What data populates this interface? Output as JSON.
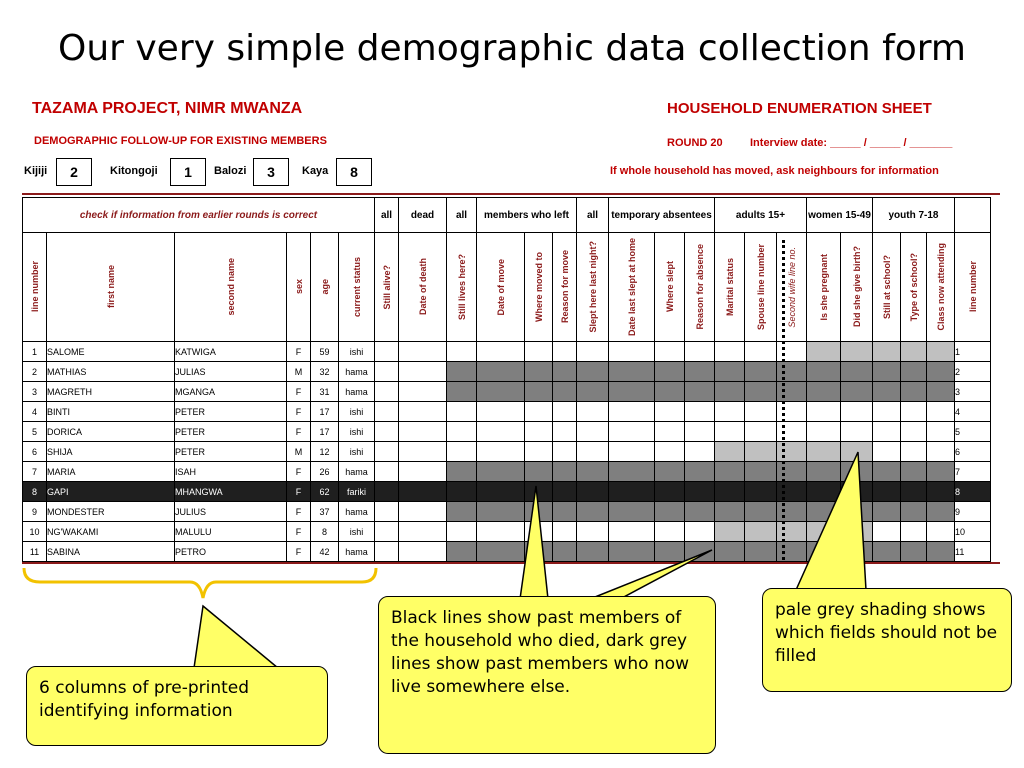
{
  "slide_title": "Our very simple demographic data collection form",
  "form": {
    "org": "TAZAMA PROJECT, NIMR MWANZA",
    "subtitle": "DEMOGRAPHIC FOLLOW-UP FOR EXISTING MEMBERS",
    "sheet": "HOUSEHOLD ENUMERATION SHEET",
    "round": "ROUND 20",
    "interview": "Interview date:  _____ / _____ / _______",
    "moved_note": "If whole household has moved, ask neighbours for information",
    "ids": [
      {
        "label": "Kijiji",
        "value": "2"
      },
      {
        "label": "Kitongoji",
        "value": "1"
      },
      {
        "label": "Balozi",
        "value": "3"
      },
      {
        "label": "Kaya",
        "value": "8"
      }
    ],
    "group_headers": {
      "check": "check if information from earlier rounds is correct",
      "all1": "all",
      "dead": "dead",
      "all2": "all",
      "left": "members who left",
      "all3": "all",
      "temp": "temporary absentees",
      "adults": "adults 15+",
      "women": "women 15-49",
      "youth": "youth 7-18"
    },
    "columns": [
      "line number",
      "first name",
      "second name",
      "sex",
      "age",
      "current status",
      "Still alive?",
      "Date of death",
      "Still lives here?",
      "Date of move",
      "Where moved to",
      "Reason for move",
      "Slept here last night?",
      "Date last slept at home",
      "Where slept",
      "Reason for absence",
      "Marital status",
      "Spouse line number",
      "Second wife line no.",
      "Is she pregnant",
      "Did she give birth?",
      "Still at school?",
      "Type of school?",
      "Class now attending",
      "line number"
    ],
    "rows": [
      {
        "n": "1",
        "first": "SALOME",
        "second": "KATWIGA",
        "sex": "F",
        "age": "59",
        "status": "ishi",
        "num": "1"
      },
      {
        "n": "2",
        "first": "MATHIAS",
        "second": "JULIAS",
        "sex": "M",
        "age": "32",
        "status": "hama",
        "num": "2"
      },
      {
        "n": "3",
        "first": "MAGRETH",
        "second": "MGANGA",
        "sex": "F",
        "age": "31",
        "status": "hama",
        "num": "3"
      },
      {
        "n": "4",
        "first": "BINTI",
        "second": "PETER",
        "sex": "F",
        "age": "17",
        "status": "ishi",
        "num": "4"
      },
      {
        "n": "5",
        "first": "DORICA",
        "second": "PETER",
        "sex": "F",
        "age": "17",
        "status": "ishi",
        "num": "5"
      },
      {
        "n": "6",
        "first": "SHIJA",
        "second": "PETER",
        "sex": "M",
        "age": "12",
        "status": "ishi",
        "num": "6"
      },
      {
        "n": "7",
        "first": "MARIA",
        "second": "ISAH",
        "sex": "F",
        "age": "26",
        "status": "hama",
        "num": "7"
      },
      {
        "n": "8",
        "first": "GAPI",
        "second": "MHANGWA",
        "sex": "F",
        "age": "62",
        "status": "fariki",
        "num": "8"
      },
      {
        "n": "9",
        "first": "MONDESTER",
        "second": "JULIUS",
        "sex": "F",
        "age": "37",
        "status": "hama",
        "num": "9"
      },
      {
        "n": "10",
        "first": "NG'WAKAMI",
        "second": "MALULU",
        "sex": "F",
        "age": "8",
        "status": "ishi",
        "num": "10"
      },
      {
        "n": "11",
        "first": "SABINA",
        "second": "PETRO",
        "sex": "F",
        "age": "42",
        "status": "hama",
        "num": "11"
      }
    ]
  },
  "callouts": {
    "left": "6 columns of pre-printed identifying information",
    "middle": "Black lines show past members of the household who died, dark grey lines show past members who now live somewhere else.",
    "right": "pale grey shading shows which fields should not be filled"
  },
  "colors": {
    "callout_fill": "#ffff66",
    "header_red": "#c00000",
    "dark_grey": "#7f7f7f",
    "pale_grey": "#c0c0c0"
  }
}
